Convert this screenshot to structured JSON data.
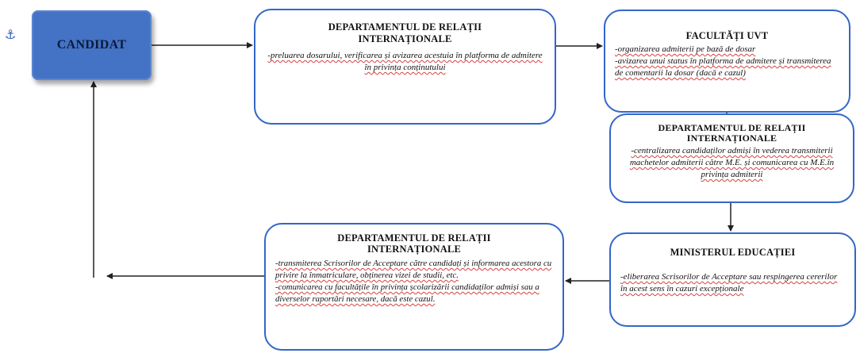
{
  "icons": {
    "anchor": "anchor-icon"
  },
  "candidate": {
    "label": "CANDIDAT"
  },
  "box1": {
    "title_line1": "DEPARTAMENTUL DE RELAȚII",
    "title_line2": "INTERNAȚIONALE",
    "desc": "-preluarea dosarului, verificarea și avizarea acestuia în platforma de admitere în privința conținutului"
  },
  "box2": {
    "title": "FACULTĂȚI UVT",
    "desc_line1": "-organizarea admiterii pe bază de dosar",
    "desc_line2": "-avizarea unui status în platforma de admitere și transmiterea de comentarii la dosar (dacă e cazul)"
  },
  "box3": {
    "title_line1": "DEPARTAMENTUL DE RELAȚII",
    "title_line2": "INTERNAȚIONALE",
    "desc": "-centralizarea candidaților admiși în vederea transmiterii machetelor admiterii către M.E. și comunicarea cu M.E.în privința admiterii"
  },
  "box4": {
    "title": "MINISTERUL EDUCAȚIEI",
    "desc": "-eliberarea Scrisorilor de Acceptare sau respingerea cererilor în acest sens în cazuri excepționale"
  },
  "box5": {
    "title_line1": "DEPARTAMENTUL DE RELAȚII",
    "title_line2": "INTERNAȚIONALE",
    "desc_line1": "-transmiterea Scrisorilor de Acceptare către candidați și informarea acestora cu privire la înmatriculare, obținerea vizei de studii, etc.",
    "desc_line2": "-comunicarea cu facultățile în privința școlarizării candidaților admiși sau a diverselor raportări necesare, dacă este cazul."
  }
}
